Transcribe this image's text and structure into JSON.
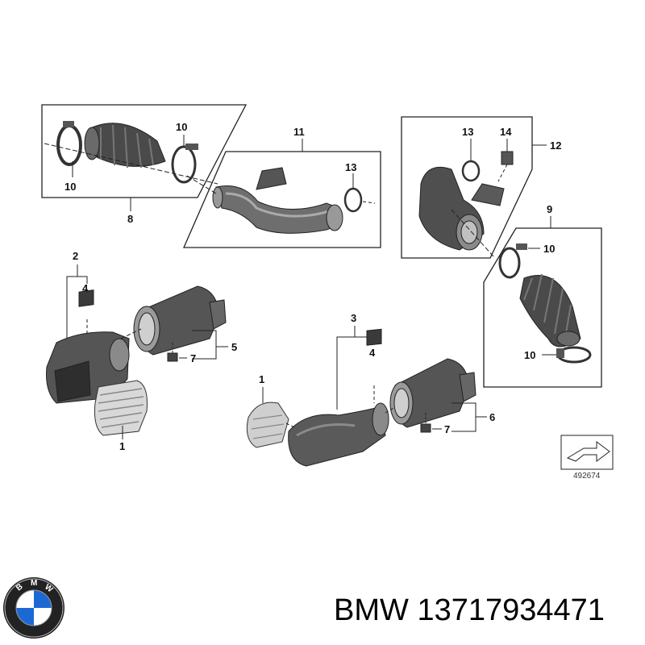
{
  "colors": {
    "part_dark": "#4a4a4a",
    "part_mid": "#7a7a7a",
    "part_light": "#b3b3b3",
    "line": "#222222",
    "bmw_blue": "#1c69d4"
  },
  "callouts": {
    "c10_a": "10",
    "c10_b": "10",
    "c8": "8",
    "c11": "11",
    "c13_a": "13",
    "c13_b": "13",
    "c14": "14",
    "c12": "12",
    "c9": "9",
    "c10_c": "10",
    "c10_d": "10",
    "c2": "2",
    "c4_a": "4",
    "c5": "5",
    "c7_a": "7",
    "c1_a": "1",
    "c3": "3",
    "c4_b": "4",
    "c1_b": "1",
    "c6": "6",
    "c7_b": "7"
  },
  "reference_number": "492674",
  "footer": {
    "brand": "BMW",
    "part_number": "13717934471",
    "logo_letters": [
      "B",
      "M",
      "W"
    ]
  }
}
